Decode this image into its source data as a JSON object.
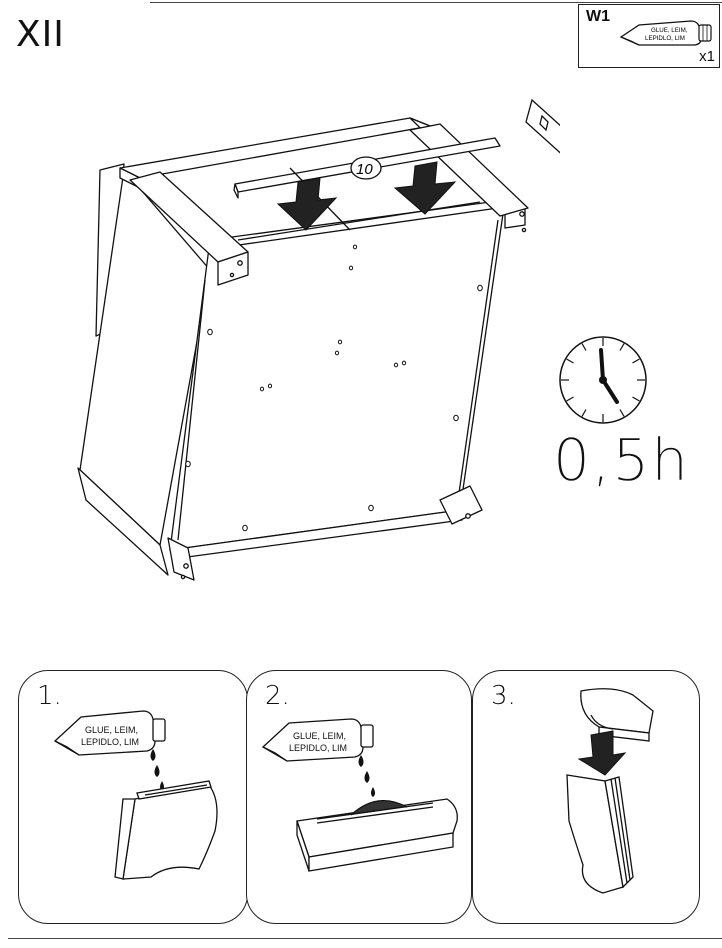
{
  "step": {
    "number": "XII"
  },
  "parts_box": {
    "code": "W1",
    "quantity": "x1",
    "glue_label_line1": "GLUE, LEIM,",
    "glue_label_line2": "LEPIDLO, LIM"
  },
  "main_drawing": {
    "part_callout": "10"
  },
  "time": {
    "duration": "0,5h",
    "icon": "clock-icon"
  },
  "substeps": [
    {
      "number": "1.",
      "glue_label_line1": "GLUE, LEIM,",
      "glue_label_line2": "LEPIDLO, LIM"
    },
    {
      "number": "2.",
      "glue_label_line1": "GLUE, LEIM,",
      "glue_label_line2": "LEPIDLO, LIM"
    },
    {
      "number": "3."
    }
  ],
  "colors": {
    "ink": "#111111",
    "arrow": "#222222",
    "background": "#ffffff"
  }
}
